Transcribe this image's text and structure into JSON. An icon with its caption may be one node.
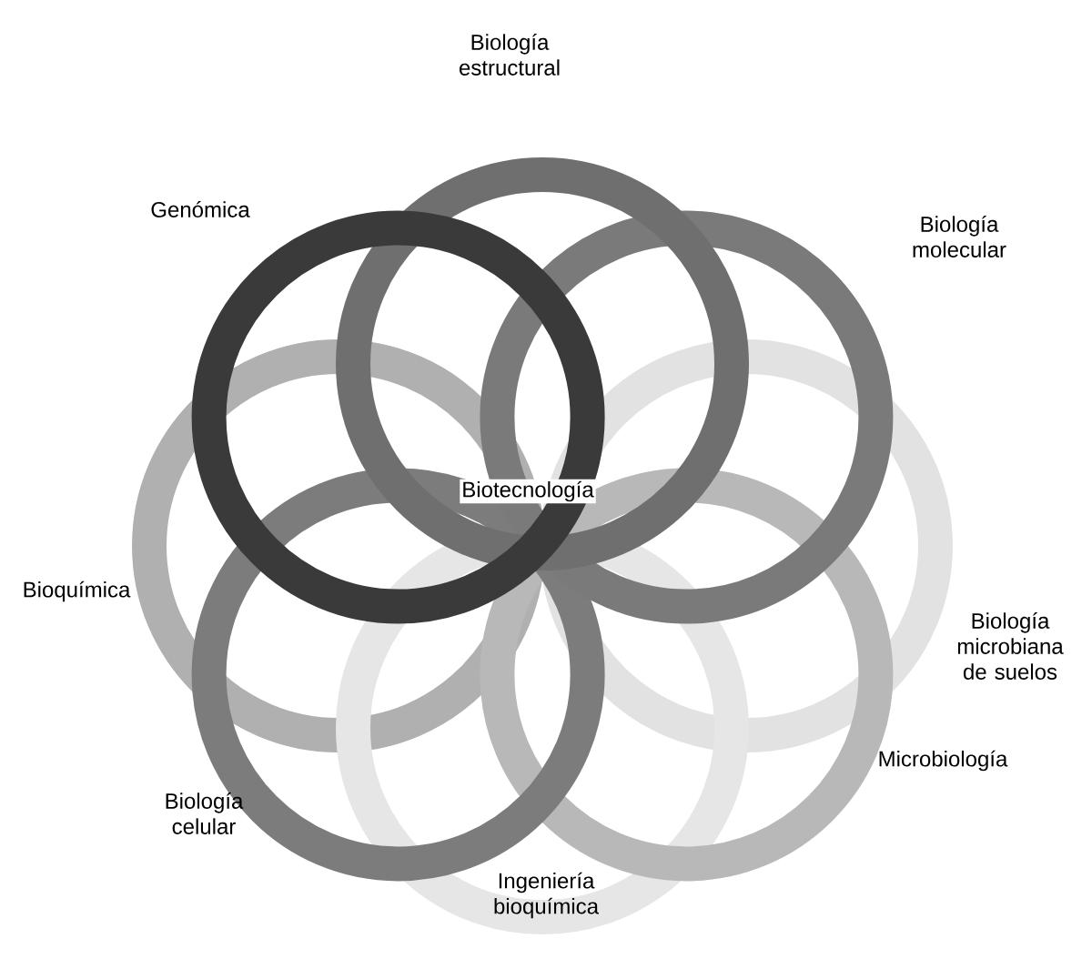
{
  "diagram": {
    "nodes": [
      {
        "text": [
          "Biotecnología"
        ]
      },
      {
        "text": [
          "Biología estructural"
        ]
      },
      {
        "text": [
          "Biología molecular"
        ]
      },
      {
        "text": [
          "Biología microbiana de suelos"
        ]
      },
      {
        "text": [
          "Microbiología"
        ]
      },
      {
        "text": [
          "Ingeniería bioquímica"
        ]
      },
      {
        "text": [
          "Biología celular"
        ]
      },
      {
        "text": [
          "Bioquímica"
        ]
      },
      {
        "text": [
          "Genómica"
        ]
      }
    ]
  }
}
